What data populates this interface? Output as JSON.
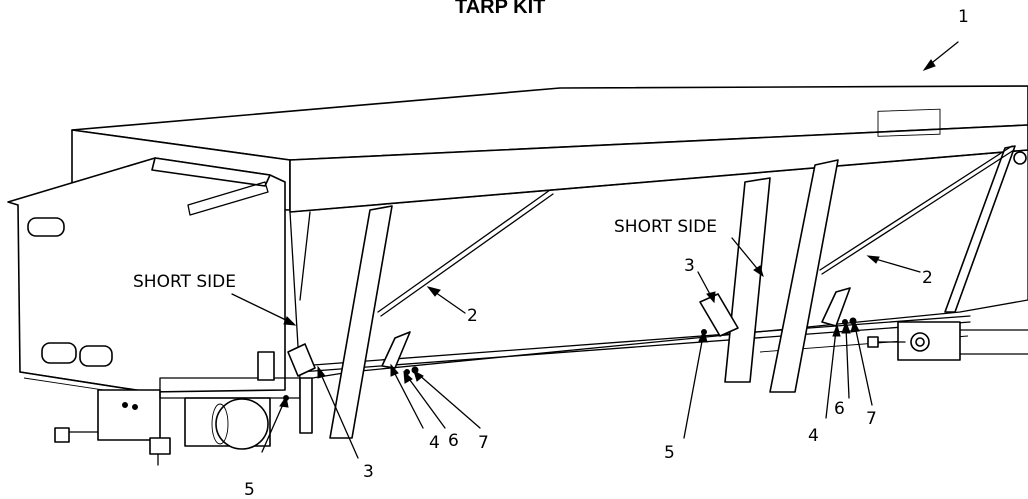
{
  "title": "TARP KIT",
  "side_labels": [
    "SHORT SIDE",
    "SHORT SIDE"
  ],
  "callouts": {
    "c1": "1",
    "c2a": "2",
    "c2b": "2",
    "c3a": "3",
    "c3b": "3",
    "c4a": "4",
    "c4b": "4",
    "c5a": "5",
    "c5b": "5",
    "c6a": "6",
    "c6b": "6",
    "c7a": "7",
    "c7b": "7"
  }
}
